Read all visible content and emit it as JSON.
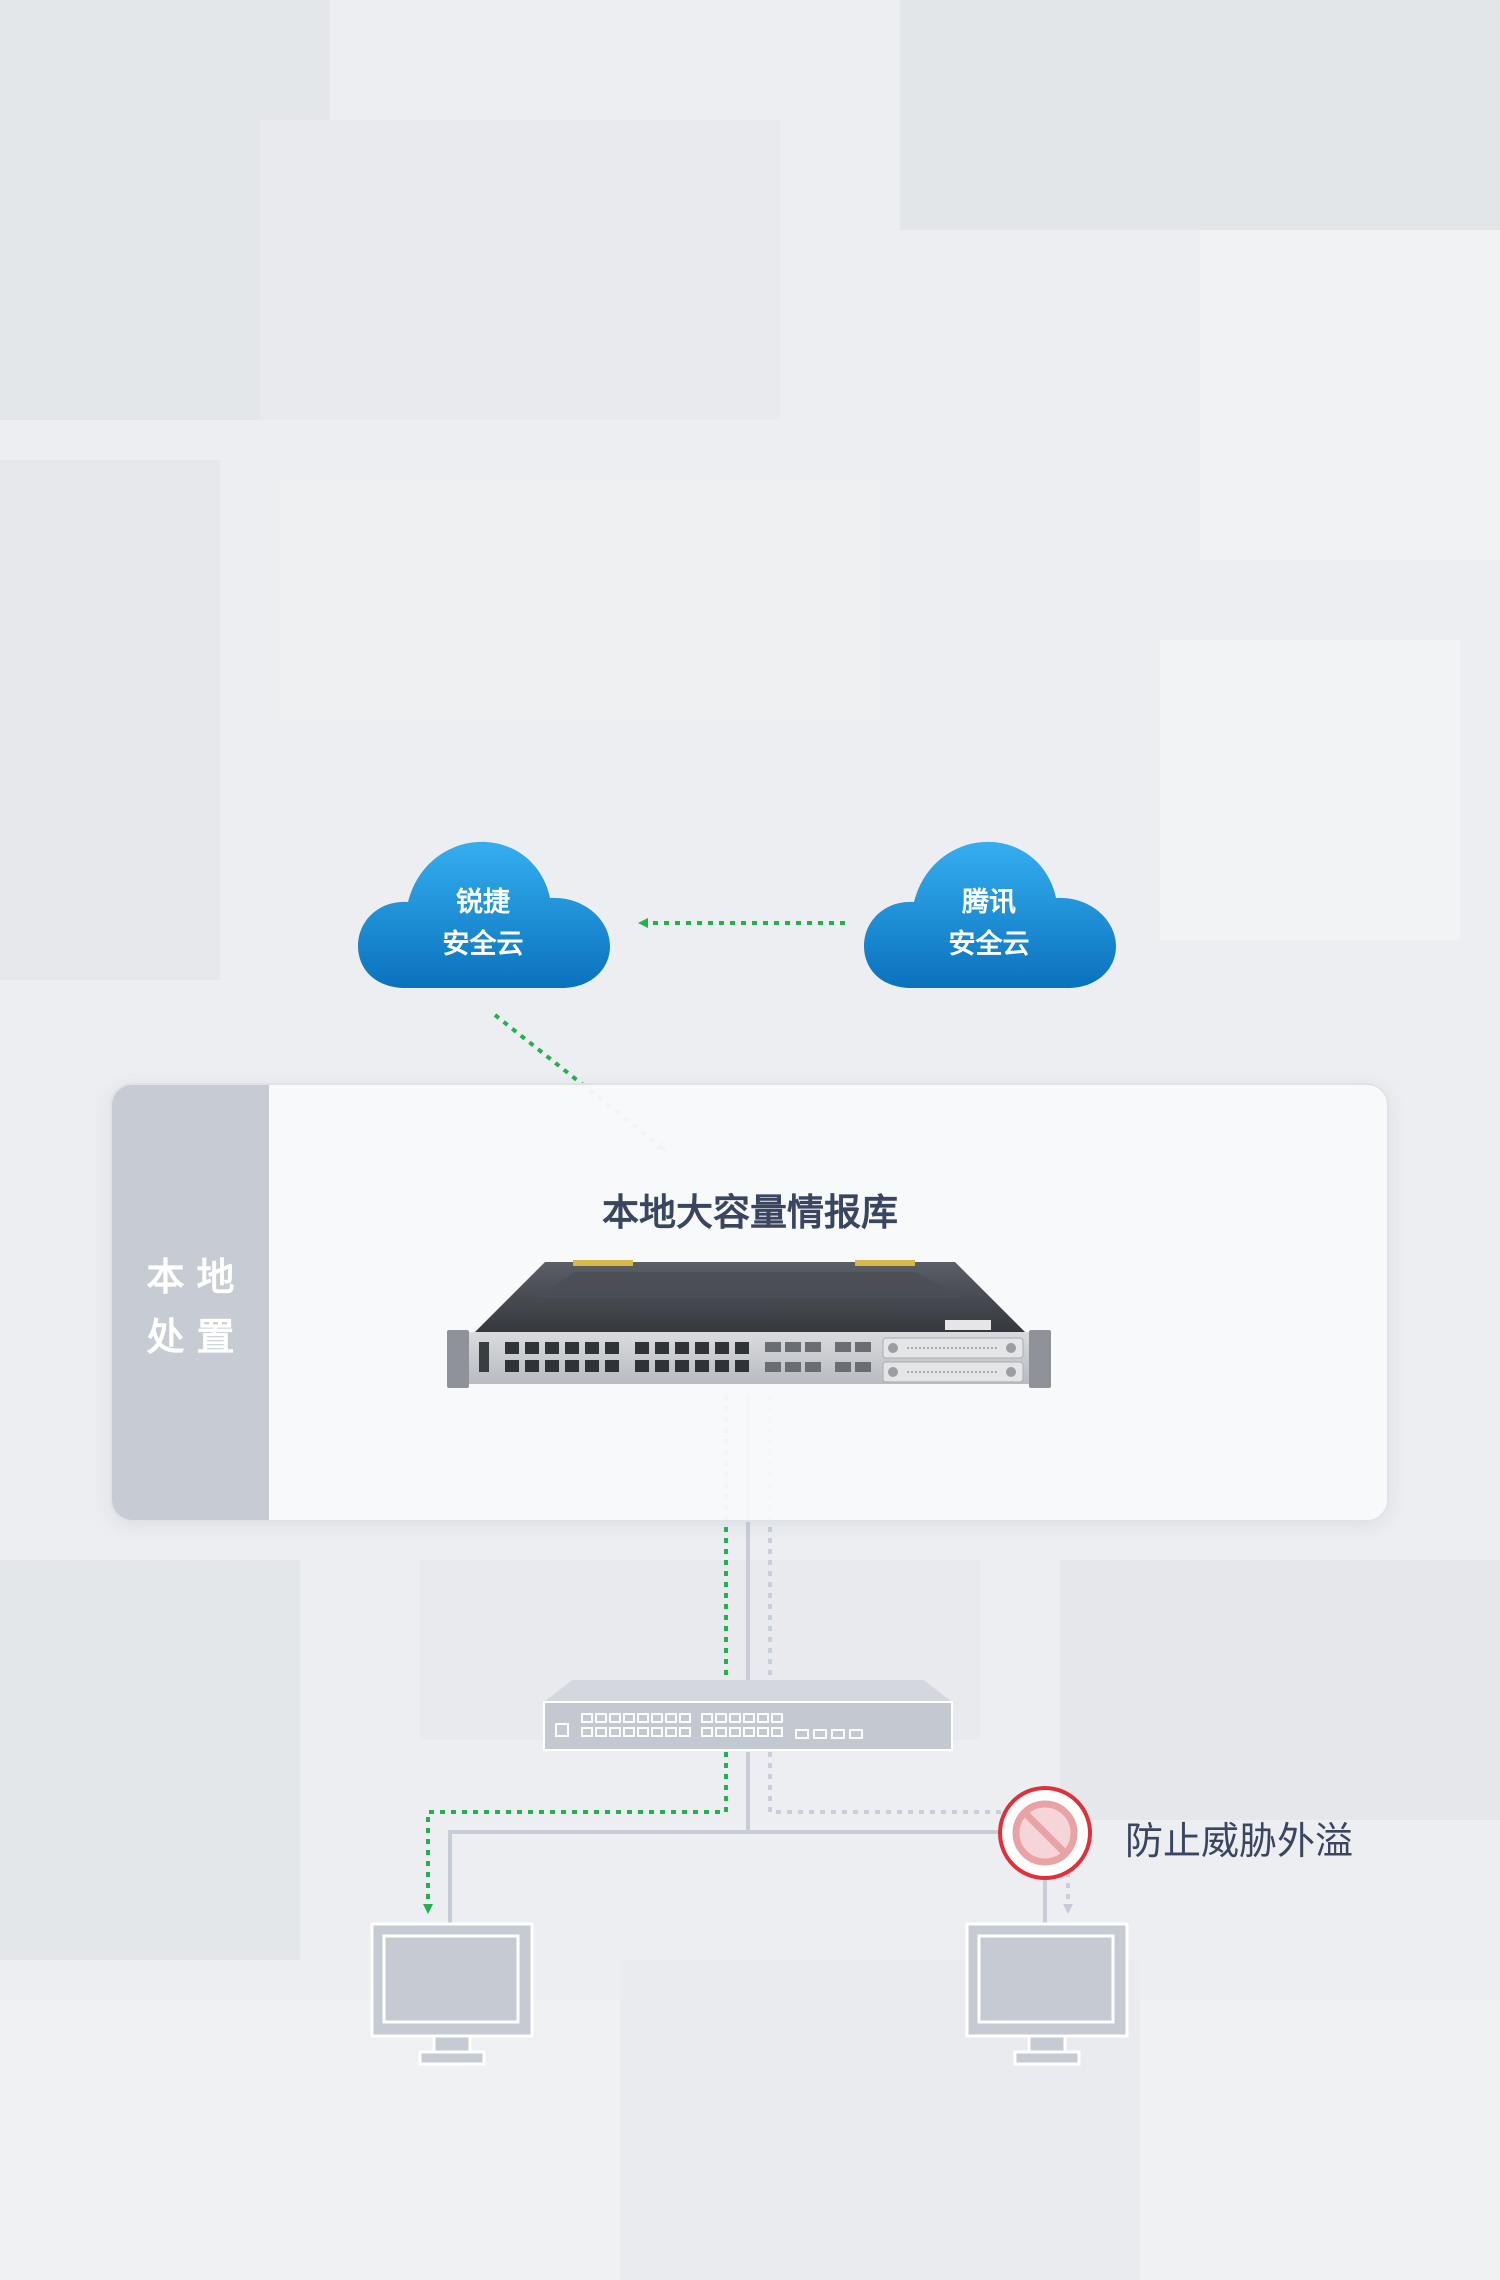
{
  "clouds": {
    "ruijie": {
      "line1": "锐捷",
      "line2": "安全云"
    },
    "tencent": {
      "line1": "腾讯",
      "line2": "安全云"
    }
  },
  "panel": {
    "side_line1": "本地",
    "side_line2": "处置",
    "title": "本地大容量情报库"
  },
  "block_label": "防止威胁外溢",
  "colors": {
    "cloud_blue": "#1b8dd3",
    "green_arrow": "#22b14c",
    "block_red": "#e0303a",
    "panel_side": "#c7cbd4",
    "title_navy": "#3a4560"
  },
  "icons": {
    "firewall": "firewall-appliance-icon",
    "switch": "network-switch-icon",
    "pc_left": "desktop-computer-icon",
    "pc_right": "desktop-computer-icon",
    "block": "block-icon"
  }
}
